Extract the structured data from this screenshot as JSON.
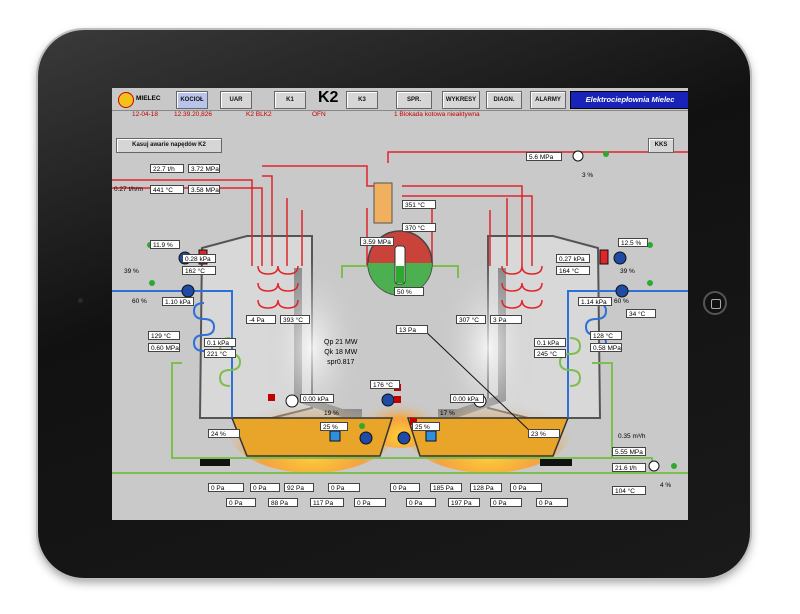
{
  "topbar": {
    "logo_text": "MIELEC",
    "buttons": [
      "KOCIOŁ",
      "UAR",
      "K1",
      "K3",
      "SPR.",
      "WYKRESY",
      "DIAGN.",
      "ALARMY"
    ],
    "active_button": "KOCIOŁ",
    "boiler_label": "K2",
    "brand": "Elektrociepłownia Mielec"
  },
  "status": {
    "date": "12-04-18",
    "time": "12.39.20,826",
    "unit": "K2  BLK2",
    "state": "OFN",
    "message": "1  Blokada kotowa nieaktywna"
  },
  "controls": {
    "reset_button": "Kasuj awarie napędów K2",
    "kks_button": "KKS"
  },
  "center": {
    "qp": "Qp 21 MW",
    "qk": "Qk 18 MW",
    "spr": "spr0.817"
  },
  "readings": {
    "steam_flow": "22.7 t/h",
    "steam_pressure": "3.72 MPa",
    "steam_ratio": "0.27 t/h/m",
    "steam_temp": "441 °C",
    "pressure2": "3.58 MPa",
    "right_pressure": "5.6 MPa",
    "right_pct": "3 %",
    "temp_351": "351 °C",
    "temp_370": "370 °C",
    "drum_pressure": "3.59 MPa",
    "drum_level": "50 %",
    "left_fan_pct": "11.9 %",
    "left_fan_kpa": "0.28 kPa",
    "left_fan_temp": "162 °C",
    "left_fan_speed": "39 %",
    "left_pump_pct": "60 %",
    "left_pump_kpa": "1.10 kPa",
    "left_flue_kpa": "-4 Pa",
    "left_flue_temp": "393 °C",
    "left_water_temp": "129 °C",
    "left_water_mpa": "0.60 MPa",
    "left_air_kpa": "0.1 kPa",
    "left_air_temp": "221 °C",
    "right_fan_pct": "12.5 %",
    "right_fan_kpa": "0.27 kPa",
    "right_fan_temp": "164 °C",
    "right_fan_speed": "39 %",
    "right_pump_pct": "60 %",
    "right_pump_kpa": "1.14 kPa",
    "right_pump_temp": "34 °C",
    "right_flue_temp": "307 °C",
    "right_flue_kpa": "3 Pa",
    "right_water_temp": "128 °C",
    "right_water_mpa": "0.58 MPa",
    "right_air_kpa": "0.1 kPa",
    "right_air_temp": "245 °C",
    "furnace_pa": "13 Pa",
    "burner_temp": "176 °C",
    "left_grate_kpa": "0.00 kPa",
    "left_grate_pct": "19 %",
    "left_damper": "25 %",
    "left_bed": "24 %",
    "right_grate_kpa": "0.00 kPa",
    "right_grate_pct": "17 %",
    "right_damper": "25 %",
    "right_bed": "23 %",
    "bottom_flow": "0.35 m³/h",
    "bottom_pressure": "5.55 MPa",
    "bottom_steam": "21.6 t/h",
    "bottom_temp": "104 °C",
    "bottom_pct": "4 %"
  },
  "bottom_left_row1": [
    "0 Pa",
    "0 Pa",
    "92 Pa",
    "0 Pa"
  ],
  "bottom_left_row2": [
    "0 Pa",
    "88 Pa",
    "117 Pa",
    "0 Pa"
  ],
  "bottom_right_row1": [
    "0 Pa",
    "185 Pa",
    "128 Pa",
    "0 Pa"
  ],
  "bottom_right_row2": [
    "0 Pa",
    "197 Pa",
    "0 Pa",
    "0 Pa"
  ],
  "colors": {
    "brand_bg": "#1a23b8",
    "alarm_red": "#c20000",
    "ok_green": "#2ea82e",
    "pipe_red": "#e0242a",
    "pipe_blue": "#2e6fd8",
    "pipe_green": "#7cbf4e"
  }
}
